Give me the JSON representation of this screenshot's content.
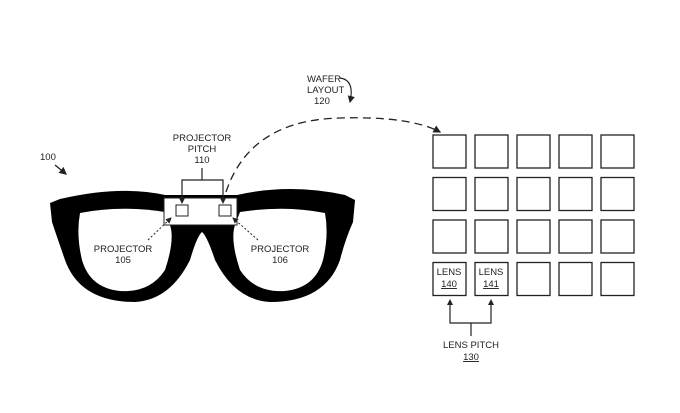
{
  "figure": {
    "ref_device": "100",
    "projector_pitch": {
      "label": "PROJECTOR",
      "label2": "PITCH",
      "num": "110"
    },
    "projector_left": {
      "label": "PROJECTOR",
      "num": "105"
    },
    "projector_right": {
      "label": "PROJECTOR",
      "num": "106"
    },
    "wafer_layout": {
      "label": "WAFER",
      "label2": "LAYOUT",
      "num": "120"
    },
    "lens_a": {
      "label": "LENS",
      "num": "140"
    },
    "lens_b": {
      "label": "LENS",
      "num": "141"
    },
    "lens_pitch": {
      "label": "LENS PITCH",
      "num": "130"
    }
  }
}
